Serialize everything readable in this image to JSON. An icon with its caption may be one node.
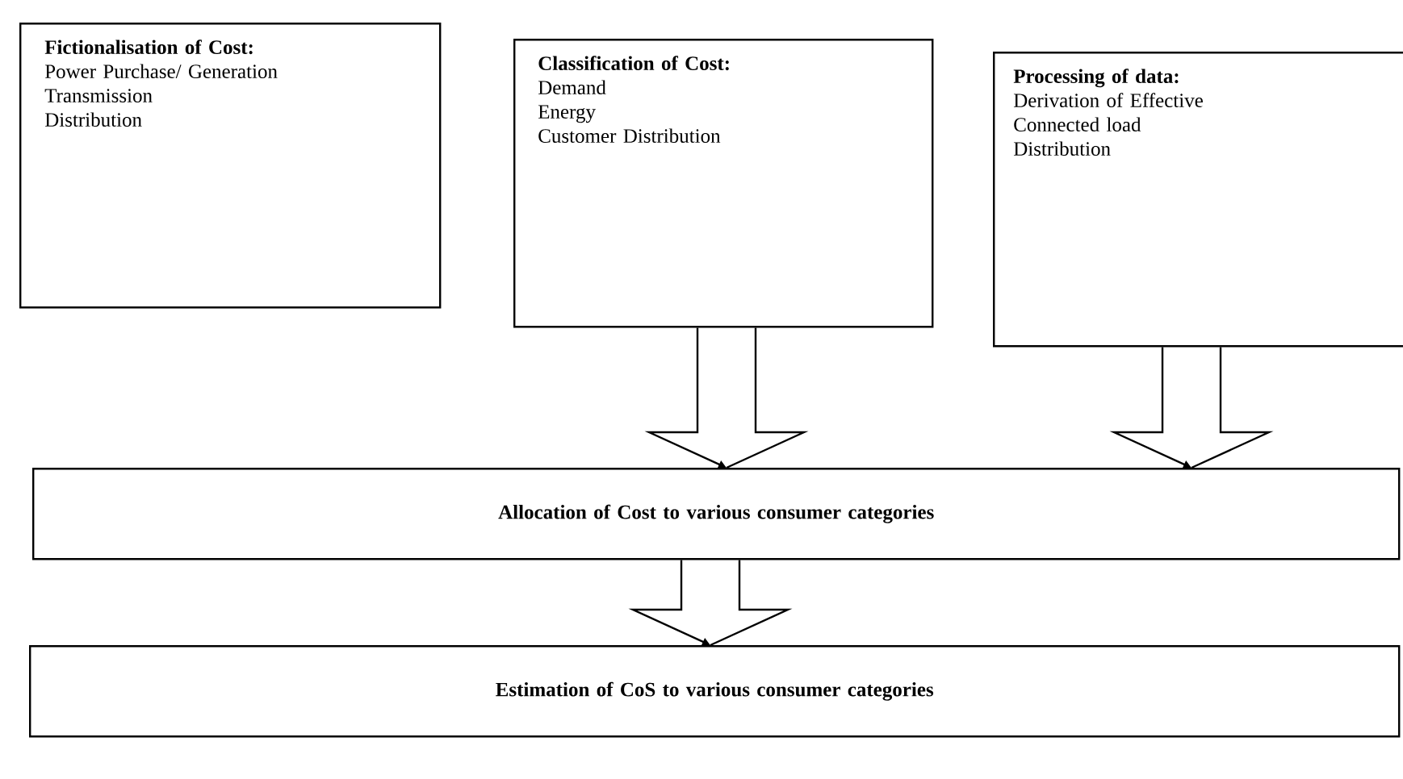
{
  "diagram": {
    "nodes": [
      {
        "text": [
          "Fictionalisation of Cost:",
          "Power Purchase/ Generation",
          "Transmission",
          "Distribution"
        ]
      },
      {
        "text": [
          "Classification of Cost:",
          "Demand",
          "Energy",
          "Customer Distribution"
        ]
      },
      {
        "text": [
          "Processing of data:",
          "Derivation of Effective",
          "Connected load",
          "Distribution"
        ]
      },
      {
        "text": [
          "Allocation of Cost to various consumer categories"
        ]
      },
      {
        "text": [
          "Estimation of CoS to various consumer categories"
        ]
      }
    ],
    "edges": [
      {
        "from": 1,
        "to": 3,
        "arrow": "to"
      },
      {
        "from": 2,
        "to": 3,
        "arrow": "to"
      },
      {
        "from": 3,
        "to": 4,
        "arrow": "to"
      }
    ]
  }
}
